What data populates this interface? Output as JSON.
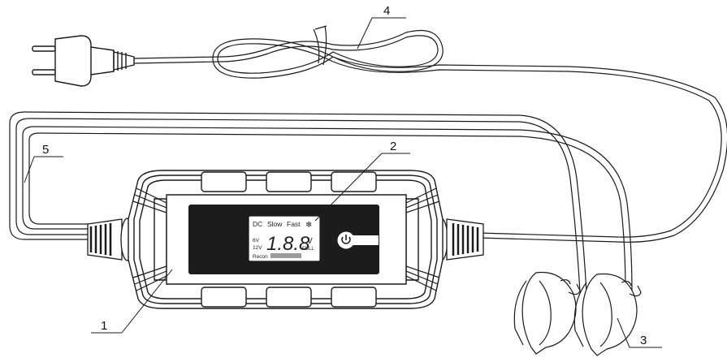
{
  "callouts": [
    {
      "id": "body",
      "text": "1"
    },
    {
      "id": "display",
      "text": "2"
    },
    {
      "id": "clamps",
      "text": "3"
    },
    {
      "id": "mains-cable",
      "text": "4"
    },
    {
      "id": "output-cable",
      "text": "5"
    }
  ],
  "lcd": {
    "mode_dc": "DC",
    "mode_slow": "Slow",
    "mode_fast": "Fast",
    "snow_symbol": "❄",
    "voltage_6v": "6V",
    "voltage_12v": "12V",
    "recon": "Recon",
    "digits": "1.8.8",
    "unit": "V",
    "full": "FULL"
  },
  "colors": {
    "outline": "#1a1a1a",
    "panel": "#1c1c1c",
    "lcd_bg": "#ffffff"
  },
  "icons": [
    "power-icon",
    "snowflake-icon",
    "mains-plug-icon",
    "crocodile-clip-icon"
  ]
}
